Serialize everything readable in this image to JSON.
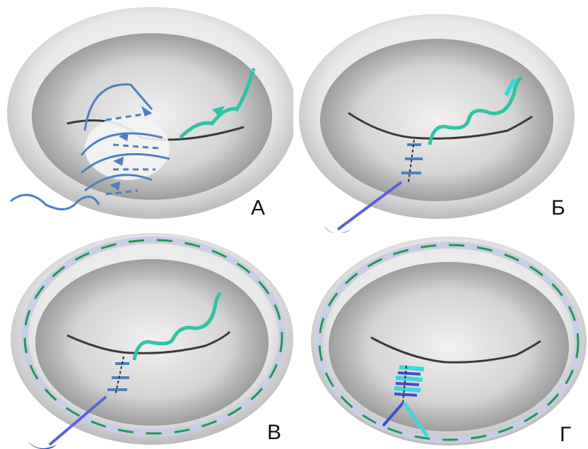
{
  "panels": [
    {
      "letter": "А"
    },
    {
      "letter": "Б"
    },
    {
      "letter": "В"
    },
    {
      "letter": "Г"
    }
  ],
  "colors": {
    "tissue_dark": "#6f6f6f",
    "tissue_light": "#e6e6e6",
    "suture_blue": "#4f7fc0",
    "suture_teal": "#2fc3a6",
    "suture_cyan": "#3fd6e0",
    "needle_blue": "#2b55c8",
    "ring": "#c9cde6",
    "ring_dash": "#1f9a4a"
  }
}
